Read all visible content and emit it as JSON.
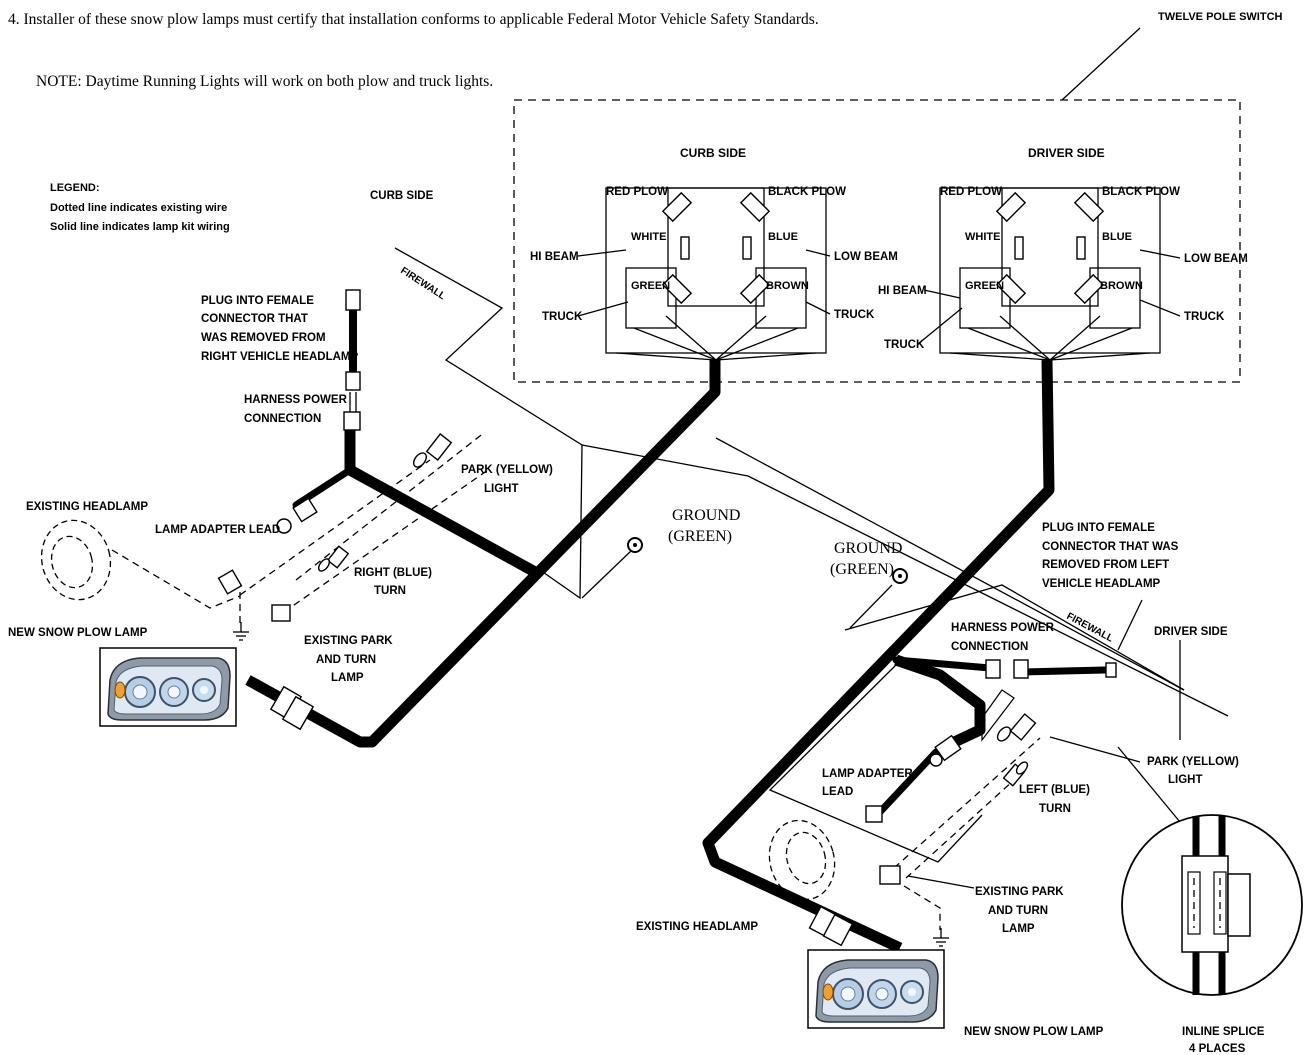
{
  "notes": {
    "item4": "4. Installer of these snow plow lamps must certify that installation conforms to applicable Federal Motor Vehicle Safety Standards.",
    "daytime": "NOTE: Daytime Running Lights will work on both plow and truck lights."
  },
  "legend": {
    "title": "LEGEND:",
    "dotted": "Dotted line indicates existing wire",
    "solid": "Solid line indicates lamp kit wiring"
  },
  "switch": {
    "title": "TWELVE POLE SWITCH",
    "curb_side": "CURB SIDE",
    "driver_side": "DRIVER SIDE",
    "red_plow": "RED PLOW",
    "black_plow": "BLACK PLOW",
    "white": "WHITE",
    "blue": "BLUE",
    "green": "GREEN",
    "brown": "BROWN",
    "hi_beam": "HI BEAM",
    "low_beam": "LOW BEAM",
    "truck": "TRUCK"
  },
  "curb": {
    "side": "CURB SIDE",
    "firewall": "FIREWALL",
    "plug_lines": [
      "PLUG INTO FEMALE",
      "CONNECTOR THAT",
      "WAS REMOVED FROM",
      "RIGHT VEHICLE HEADLAMP"
    ],
    "harness_lines": [
      "HARNESS POWER",
      "CONNECTION"
    ],
    "park_lines": [
      "PARK (YELLOW)",
      "LIGHT"
    ],
    "turn_lines": [
      "RIGHT (BLUE)",
      "TURN"
    ],
    "existing_headlamp": "EXISTING HEADLAMP",
    "lamp_adapter": "LAMP ADAPTER LEAD",
    "new_lamp": "NEW SNOW PLOW LAMP",
    "existing_park_lines": [
      "EXISTING PARK",
      "AND TURN",
      "LAMP"
    ],
    "ground_lines": [
      "GROUND",
      "(GREEN)"
    ]
  },
  "driver": {
    "side": "DRIVER SIDE",
    "firewall": "FIREWALL",
    "ground_lines": [
      "GROUND",
      "(GREEN)"
    ],
    "plug_lines": [
      "PLUG INTO FEMALE",
      "CONNECTOR THAT WAS",
      "REMOVED FROM LEFT",
      "VEHICLE HEADLAMP"
    ],
    "harness_lines": [
      "HARNESS POWER",
      "CONNECTION"
    ],
    "adapter_lines": [
      "LAMP ADAPTER",
      "LEAD"
    ],
    "turn_lines": [
      "LEFT (BLUE)",
      "TURN"
    ],
    "park_lines": [
      "PARK (YELLOW)",
      "LIGHT"
    ],
    "existing_headlamp": "EXISTING HEADLAMP",
    "existing_park_lines": [
      "EXISTING PARK",
      "AND TURN",
      "LAMP"
    ],
    "new_lamp": "NEW SNOW PLOW LAMP",
    "splice_lines": [
      "INLINE SPLICE",
      "4 PLACES"
    ]
  }
}
